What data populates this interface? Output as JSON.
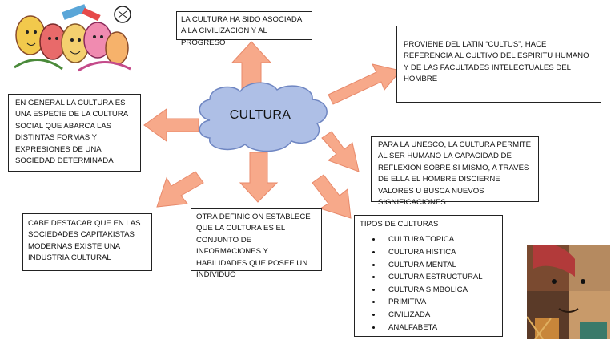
{
  "center": {
    "label": "CULTURA"
  },
  "boxes": {
    "civilizacion": "LA CULTURA HA SIDO ASOCIADA A LA CIVILIZACION Y AL PROGRESO",
    "latin": "PROVIENE DEL LATIN “CULTUS”, HACE REFERENCIA AL CULTIVO DEL ESPIRITU HUMANO Y DE LAS FACULTADES INTELECTUALES DEL HOMBRE",
    "especie": "EN GENERAL LA CULTURA  ES UNA ESPECIE DE LA CULTURA SOCIAL QUE ABARCA LAS DISTINTAS  FORMAS Y EXPRESIONES DE UNA SOCIEDAD DETERMINADA",
    "unesco": "PARA LA UNESCO, LA CULTURA PERMITE AL SER HUMANO LA CAPACIDAD DE REFLEXION SOBRE SI MISMO, A TRAVES DE ELLA EL HOMBRE DISCIERNE VALORES U BUSCA NUEVOS SIGNIFICACIONES",
    "capitalistas": "CABE DESTACAR QUE EN LAS SOCIEDADES CAPITAKISTAS MODERNAS EXISTE UNA INDUSTRIA CULTURAL",
    "definicion": "OTRA DEFINICION ESTABLECE QUE LA CULTURA ES EL CONJUNTO DE INFORMACIONES Y HABILIDADES QUE POSEE UN INDIVIDUO"
  },
  "tipos": {
    "title": "TIPOS DE CULTURAS",
    "items": [
      "CULTURA TOPICA",
      "CULTURA HISTICA",
      "CULTURA MENTAL",
      "CULTURA ESTRUCTURAL",
      "CULTURA SIMBOLICA",
      "PRIMITIVA",
      "CIVILIZADA",
      "ANALFABETA"
    ]
  },
  "colors": {
    "cloud": "#aebfe6",
    "cloud_stroke": "#6f86c2",
    "arrow": "#f7a98a",
    "arrow_stroke": "#e8896a"
  }
}
